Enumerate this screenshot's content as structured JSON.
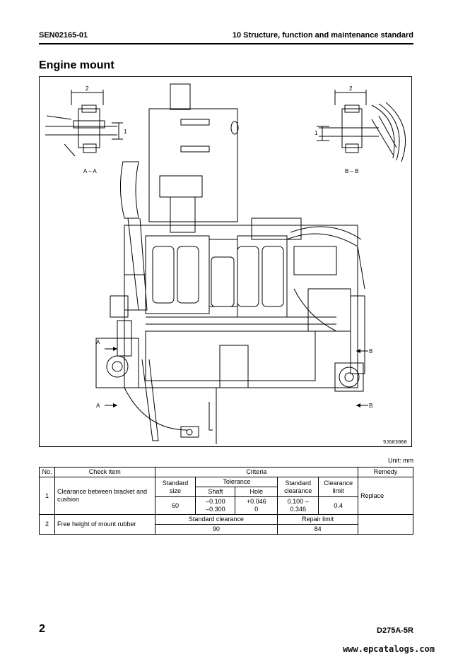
{
  "header": {
    "doc_code": "SEN02165-01",
    "chapter": "10 Structure, function and maintenance standard"
  },
  "title": "Engine mount",
  "figure": {
    "labels": {
      "section_aa": "A – A",
      "section_bb": "B – B",
      "dim_2_left": "2",
      "dim_1_left": "1",
      "dim_2_right": "2",
      "dim_1_right": "1",
      "arrow_a_top": "A",
      "arrow_a_bottom": "A",
      "arrow_b_top": "B",
      "arrow_b_bottom": "B",
      "drawing_code": "9JG03060"
    }
  },
  "unit_note": "Unit: mm",
  "table": {
    "headers": {
      "no": "No.",
      "check_item": "Check item",
      "criteria": "Criteria",
      "remedy": "Remedy"
    },
    "row1": {
      "no": "1",
      "item": "Clearance between bracket and cushion",
      "standard_size_label": "Standard size",
      "tolerance_label": "Tolerance",
      "shaft_label": "Shaft",
      "hole_label": "Hole",
      "standard_clearance_label": "Standard clearance",
      "clearance_limit_label": "Clearance limit",
      "standard_size": "60",
      "shaft_upper": "–0.100",
      "shaft_lower": "–0.300",
      "hole_upper": "+0.046",
      "hole_lower": "0",
      "standard_clearance_upper": "0.100 –",
      "standard_clearance_lower": "0.346",
      "clearance_limit": "0.4",
      "remedy": "Replace"
    },
    "row2": {
      "no": "2",
      "item": "Free height of mount rubber",
      "standard_clearance_label": "Standard clearance",
      "repair_limit_label": "Repair limit",
      "standard_clearance": "90",
      "repair_limit": "84"
    }
  },
  "footer": {
    "page_number": "2",
    "model": "D275A-5R",
    "watermark": "www.epcatalogs.com"
  }
}
